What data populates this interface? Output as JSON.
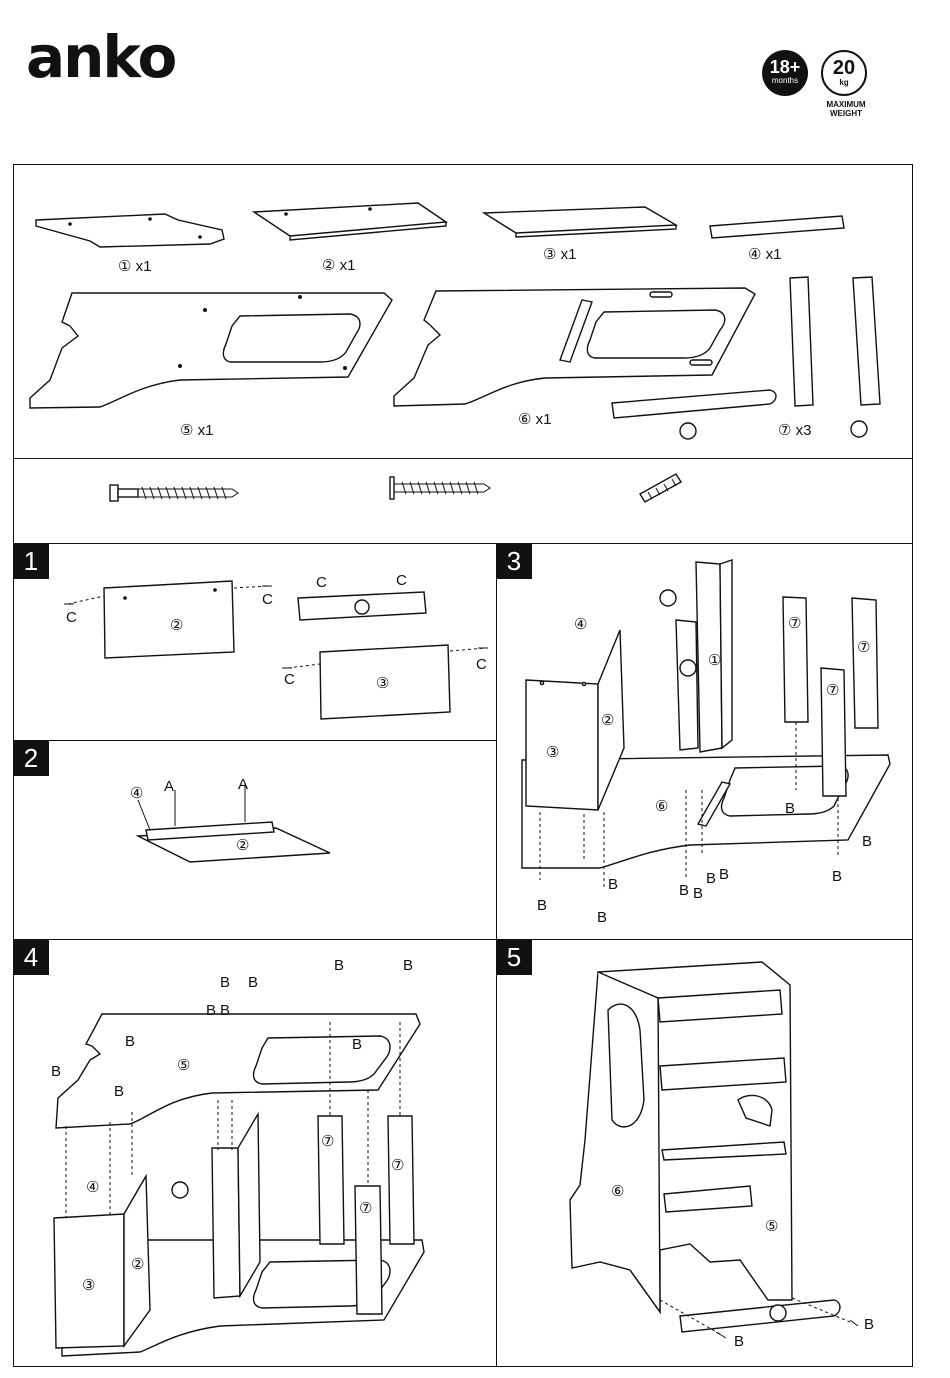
{
  "brand": "anko",
  "badges": {
    "age_value": "18+",
    "age_unit": "months",
    "weight_value": "20",
    "weight_unit": "kg",
    "weight_caption_1": "MAXIMUM",
    "weight_caption_2": "WEIGHT"
  },
  "parts": [
    {
      "id": "p1",
      "label": "① x1"
    },
    {
      "id": "p2",
      "label": "② x1"
    },
    {
      "id": "p3",
      "label": "③ x1"
    },
    {
      "id": "p4",
      "label": "④ x1"
    },
    {
      "id": "p5",
      "label": "⑤ x1"
    },
    {
      "id": "p6",
      "label": "⑥ x1"
    },
    {
      "id": "p7",
      "label": "⑦ x3"
    }
  ],
  "steps": [
    "1",
    "2",
    "3",
    "4",
    "5"
  ],
  "callouts": {
    "c": "C",
    "a": "A",
    "b": "B",
    "n1": "①",
    "n2": "②",
    "n3": "③",
    "n4": "④",
    "n5": "⑤",
    "n6": "⑥",
    "n7": "⑦"
  },
  "hardware_icons": [
    "long-screw-icon",
    "short-screw-icon",
    "dowel-icon"
  ]
}
